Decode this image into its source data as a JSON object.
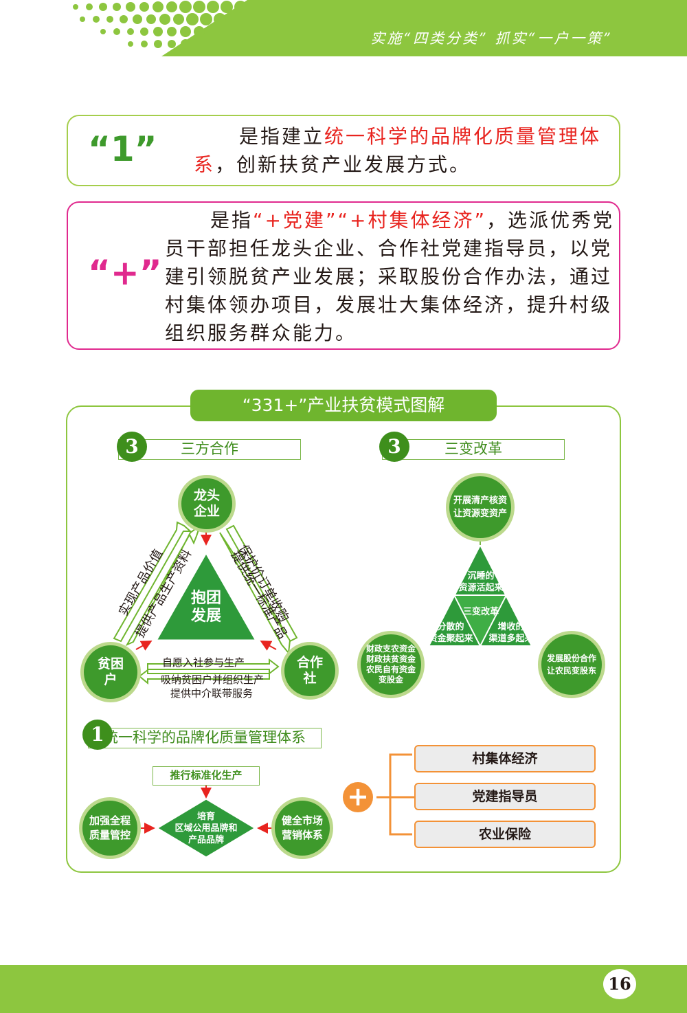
{
  "header": {
    "title": "实施“四类分类” 抓实“一户一策”"
  },
  "box1": {
    "label": "“1”",
    "text_before": "是指建立",
    "highlight": "统一科学的品牌化质量管理体系",
    "text_after": "，创新扶贫产业发展方式。"
  },
  "box2": {
    "label": "“+”",
    "text_before": "是指",
    "highlight": "“+党建”“+村集体经济”",
    "text_after": "，选派优秀党员干部担任龙头企业、合作社党建指导员，以党建引领脱贫产业发展；采取股份合作办法，通过村集体领办项目，发展壮大集体经济，提升村级组织服务群众能力。"
  },
  "diagram": {
    "title": "“331+”产业扶贫模式图解",
    "cooperation": {
      "number": "3",
      "heading": "三方合作",
      "center": "抱团\n发展",
      "node_top": "龙头\n企业",
      "node_left": "贫困\n户",
      "node_right": "合作\n社",
      "arrow_left_outer": "实现产品价值",
      "arrow_left_inner": "提供产品生产资料",
      "arrow_right_outer": "保护价订单收购",
      "arrow_right_inner": "提供统一标准产品",
      "bottom_line1": "自愿入社参与生产",
      "bottom_line2": "吸纳贫困户并组织生产",
      "bottom_line3": "提供中介联带服务"
    },
    "reform": {
      "number": "3",
      "heading": "三变改革",
      "top_circle": "开展清产核资\n让资源变资产",
      "tri_top": "沉睡的\n资源活起来",
      "tri_center": "三变改革",
      "tri_left": "分散的\n资金聚起来",
      "tri_right": "增收的\n渠道多起来",
      "left_circle": "财政支农资金\n财政扶贫资金\n农民自有资金\n变股金",
      "right_circle": "发展股份合作\n让农民变股东"
    },
    "brand": {
      "number": "1",
      "heading": "统一科学的品牌化质量管理体系",
      "standard": "推行标准化生产",
      "left": "加强全程\n质量管控",
      "center": "培育\n区域公用品牌和\n产品品牌",
      "right": "健全市场\n营销体系"
    },
    "plus": {
      "symbol": "+",
      "items": [
        "村集体经济",
        "党建指导员",
        "农业保险"
      ]
    }
  },
  "footer": {
    "page": "16"
  },
  "colors": {
    "green": "#8dc63f",
    "dark_green": "#3e8f1c",
    "red": "#e8241f",
    "magenta": "#e0298e",
    "orange": "#f39237"
  }
}
